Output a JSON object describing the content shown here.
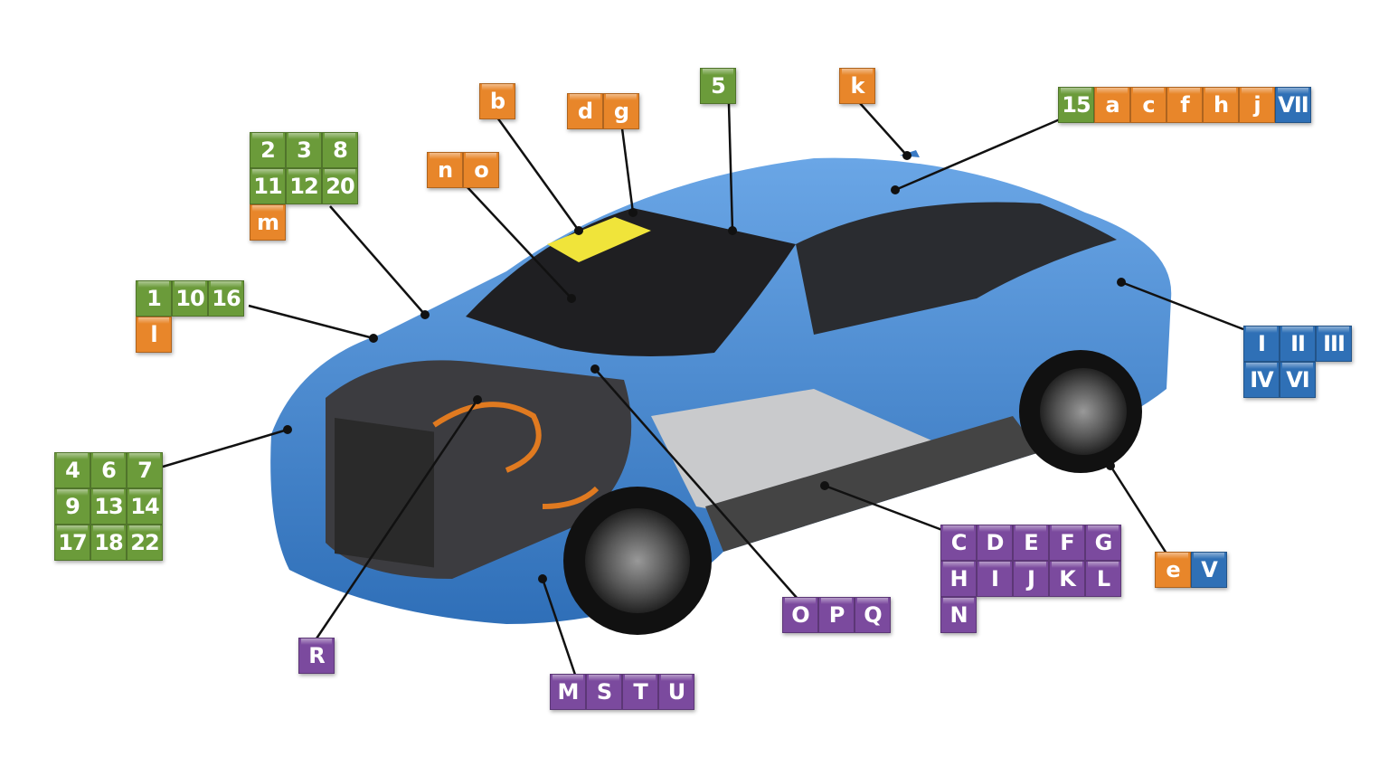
{
  "colors": {
    "green": "#6b9b3a",
    "orange": "#e8862a",
    "blue": "#2f70b6",
    "purple": "#7b4a9e"
  },
  "groups": [
    {
      "id": "grp-2-3-8",
      "rows": [
        [
          [
            "2",
            "green"
          ],
          [
            "3",
            "green"
          ],
          [
            "8",
            "green"
          ]
        ],
        [
          [
            "11",
            "green"
          ],
          [
            "12",
            "green"
          ],
          [
            "20",
            "green"
          ]
        ],
        [
          [
            "m",
            "orange"
          ]
        ]
      ]
    },
    {
      "id": "grp-1-10-16",
      "rows": [
        [
          [
            "1",
            "green"
          ],
          [
            "10",
            "green"
          ],
          [
            "16",
            "green"
          ]
        ],
        [
          [
            "l",
            "orange"
          ]
        ]
      ]
    },
    {
      "id": "grp-4-6-7",
      "rows": [
        [
          [
            "4",
            "green"
          ],
          [
            "6",
            "green"
          ],
          [
            "7",
            "green"
          ]
        ],
        [
          [
            "9",
            "green"
          ],
          [
            "13",
            "green"
          ],
          [
            "14",
            "green"
          ]
        ],
        [
          [
            "17",
            "green"
          ],
          [
            "18",
            "green"
          ],
          [
            "22",
            "green"
          ]
        ]
      ]
    },
    {
      "id": "grp-n-o",
      "rows": [
        [
          [
            "n",
            "orange"
          ],
          [
            "o",
            "orange"
          ]
        ]
      ]
    },
    {
      "id": "grp-b",
      "rows": [
        [
          [
            "b",
            "orange"
          ]
        ]
      ]
    },
    {
      "id": "grp-d-g",
      "rows": [
        [
          [
            "d",
            "orange"
          ],
          [
            "g",
            "orange"
          ]
        ]
      ]
    },
    {
      "id": "grp-5",
      "rows": [
        [
          [
            "5",
            "green"
          ]
        ]
      ]
    },
    {
      "id": "grp-k",
      "rows": [
        [
          [
            "k",
            "orange"
          ]
        ]
      ]
    },
    {
      "id": "grp-15-vii",
      "rows": [
        [
          [
            "15",
            "green"
          ],
          [
            "a",
            "orange"
          ],
          [
            "c",
            "orange"
          ],
          [
            "f",
            "orange"
          ],
          [
            "h",
            "orange"
          ],
          [
            "j",
            "orange"
          ],
          [
            "VII",
            "blue"
          ]
        ]
      ]
    },
    {
      "id": "grp-roman",
      "rows": [
        [
          [
            "I",
            "blue"
          ],
          [
            "II",
            "blue"
          ],
          [
            "III",
            "blue"
          ]
        ],
        [
          [
            "IV",
            "blue"
          ],
          [
            "VI",
            "blue"
          ]
        ]
      ]
    },
    {
      "id": "grp-e-v",
      "rows": [
        [
          [
            "e",
            "orange"
          ],
          [
            "V",
            "blue"
          ]
        ]
      ]
    },
    {
      "id": "grp-c-n",
      "rows": [
        [
          [
            "C",
            "purple"
          ],
          [
            "D",
            "purple"
          ],
          [
            "E",
            "purple"
          ],
          [
            "F",
            "purple"
          ],
          [
            "G",
            "purple"
          ]
        ],
        [
          [
            "H",
            "purple"
          ],
          [
            "I",
            "purple"
          ],
          [
            "J",
            "purple"
          ],
          [
            "K",
            "purple"
          ],
          [
            "L",
            "purple"
          ]
        ],
        [
          [
            "N",
            "purple"
          ]
        ]
      ]
    },
    {
      "id": "grp-o-p-q",
      "rows": [
        [
          [
            "O",
            "purple"
          ],
          [
            "P",
            "purple"
          ],
          [
            "Q",
            "purple"
          ]
        ]
      ]
    },
    {
      "id": "grp-r",
      "rows": [
        [
          [
            "R",
            "purple"
          ]
        ]
      ]
    },
    {
      "id": "grp-m-s-t-u",
      "rows": [
        [
          [
            "M",
            "purple"
          ],
          [
            "S",
            "purple"
          ],
          [
            "T",
            "purple"
          ],
          [
            "U",
            "purple"
          ]
        ]
      ]
    }
  ]
}
